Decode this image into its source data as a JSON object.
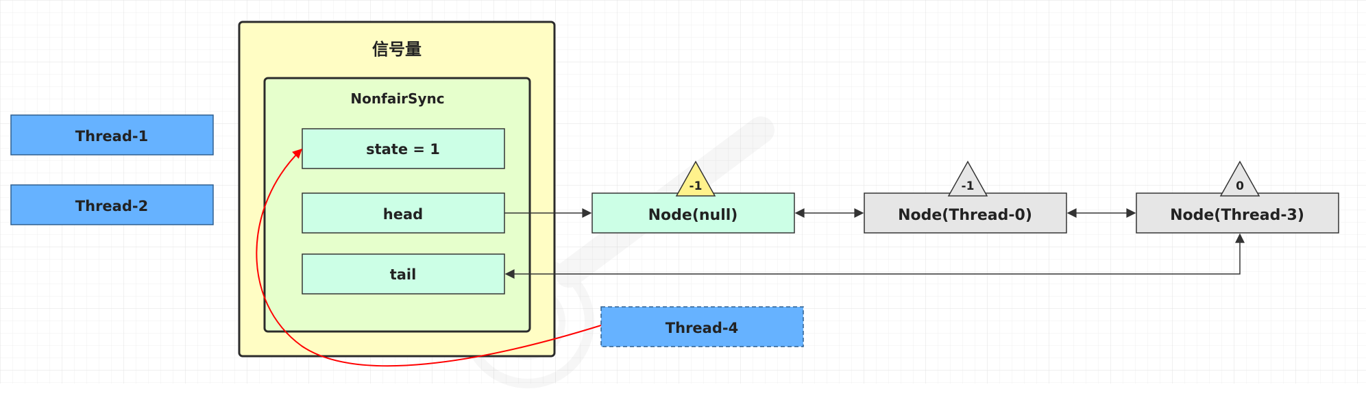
{
  "diagram": {
    "semaphore_title": "信号量",
    "sync_title": "NonfairSync",
    "fields": {
      "state": "state = 1",
      "head": "head",
      "tail": "tail"
    },
    "threads": {
      "thread1": "Thread-1",
      "thread2": "Thread-2",
      "thread4": "Thread-4"
    },
    "nodes": [
      {
        "label": "Node(null)",
        "wait_status": "-1"
      },
      {
        "label": "Node(Thread-0)",
        "wait_status": "-1"
      },
      {
        "label": "Node(Thread-3)",
        "wait_status": "0"
      }
    ]
  },
  "colors": {
    "semaphore_fill": "#fffdc4",
    "sync_fill": "#e6ffcc",
    "field_fill": "#ccffe6",
    "thread_fill": "#66b2ff",
    "node_null_fill": "#ccffe6",
    "node_other_fill": "#e6e6e6",
    "triangle_active": "#fff28c",
    "triangle_gray": "#e6e6e6",
    "cas_arrow": "#ff0000",
    "connector": "#333333",
    "grid": "#e7e7e7"
  }
}
